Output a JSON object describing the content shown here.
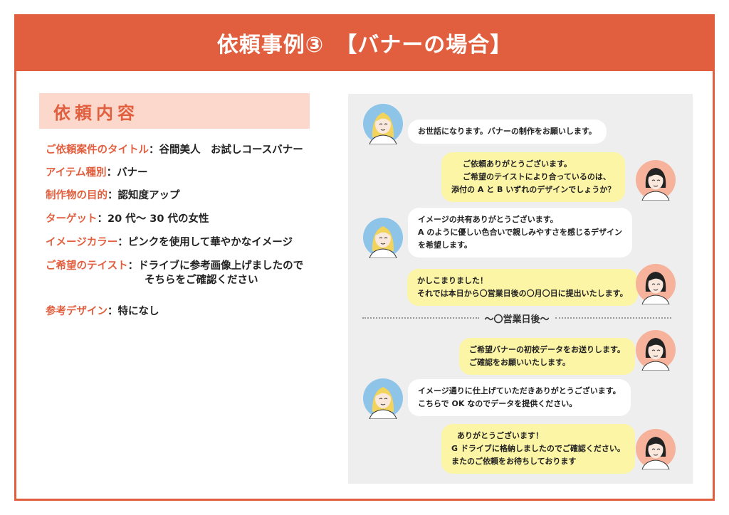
{
  "header": {
    "title": "依頼事例③　【バナーの場合】"
  },
  "section": {
    "title": "依頼内容"
  },
  "request_items": [
    {
      "key": "ご依頼案件のタイトル",
      "sep": "：",
      "value": "谷間美人　お試しコースバナー"
    },
    {
      "key": "アイテム種別",
      "sep": "：",
      "value": "バナー"
    },
    {
      "key": "制作物の目的",
      "sep": "：",
      "value": "認知度アップ"
    },
    {
      "key": "ターゲット",
      "sep": "：",
      "value": "20 代～ 30 代の女性"
    },
    {
      "key": "イメージカラー",
      "sep": "：",
      "value": "ピンクを使用して華やかなイメージ"
    },
    {
      "key": "ご希望のテイスト",
      "sep": "：",
      "value": "ドライブに参考画像上げましたので",
      "value2": "そちらをご確認ください"
    },
    {
      "key": "参考デザイン",
      "sep": "：",
      "value": "特になし"
    }
  ],
  "chat": {
    "divider": "～〇営業日後～",
    "messages": [
      {
        "side": "left",
        "lines": [
          "お世話になります。バナーの制作をお願いします。"
        ]
      },
      {
        "side": "right",
        "lines": [
          "ご依頼ありがとうございます。",
          "ご希望のテイストにより合っているのは、",
          "添付の A と B いずれのデザインでしょうか？"
        ]
      },
      {
        "side": "left",
        "lines": [
          "イメージの共有ありがとうございます。",
          "A のように優しい色合いで親しみやすさを感じるデザイン",
          "を希望します。"
        ]
      },
      {
        "side": "right",
        "lines": [
          "かしこまりました！",
          "それでは本日から〇営業日後の〇月〇日に提出いたします。"
        ]
      },
      {
        "side": "right",
        "lines": [
          "ご希望バナーの初校データをお送りします。",
          "ご確認をお願いいたします。"
        ]
      },
      {
        "side": "left",
        "lines": [
          "イメージ通りに仕上げていただきありがとうございます。",
          "こちらで OK なのでデータを提供ください。"
        ]
      },
      {
        "side": "right",
        "lines": [
          "ありがとうございます！",
          "G ドライブに格納しましたのでご確認ください。",
          "またのご依頼をお待ちしております"
        ]
      }
    ]
  },
  "colors": {
    "accent": "#e15f3e",
    "section_bg": "#fbd8cb",
    "chat_bg": "#eeeeee",
    "client_bubble": "#ffffff",
    "staff_bubble": "#fdf5a6",
    "client_avatar_bg": "#8ec4e8",
    "staff_avatar_bg": "#f6b29a"
  },
  "icons": {
    "client": "woman-blonde-avatar-icon",
    "staff": "woman-dark-hair-avatar-icon"
  }
}
